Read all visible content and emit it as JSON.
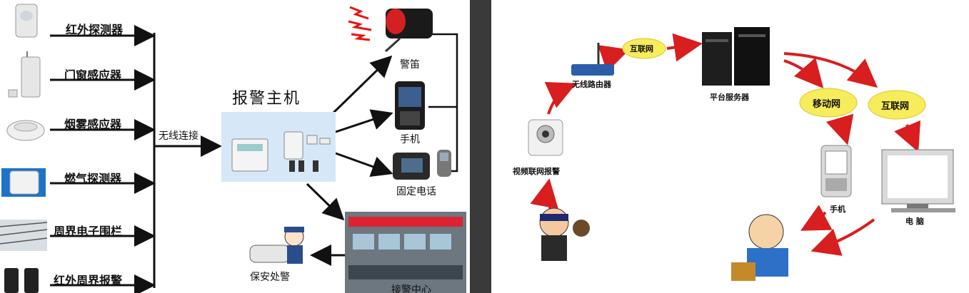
{
  "left_diagram": {
    "sensors": [
      {
        "label": "红外探测器",
        "icon": "infrared-detector-icon"
      },
      {
        "label": "门窗感应器",
        "icon": "door-window-sensor-icon"
      },
      {
        "label": "烟雾感应器",
        "icon": "smoke-sensor-icon"
      },
      {
        "label": "燃气探测器",
        "icon": "gas-detector-icon"
      },
      {
        "label": "周界电子围栏",
        "icon": "electric-fence-icon"
      },
      {
        "label": "红外周界报警",
        "icon": "infrared-perimeter-icon"
      }
    ],
    "connection_label": "无线连接",
    "host_title": "报警主机",
    "outputs": {
      "siren": "警笛",
      "phone": "手机",
      "landline": "固定电话",
      "center": "接警中心",
      "security": "保安处警"
    }
  },
  "right_diagram": {
    "router": "无线路由器",
    "internet_top": "互联网",
    "server": "平台服务器",
    "mobile_net": "移动网",
    "internet_right": "互联网",
    "camera": "视频联网报警",
    "phone": "手机",
    "computer": "电 脑"
  },
  "colors": {
    "arrow_red": "#d81e1e",
    "cloud_yellow": "#f7ec5a",
    "line_black": "#111111"
  }
}
